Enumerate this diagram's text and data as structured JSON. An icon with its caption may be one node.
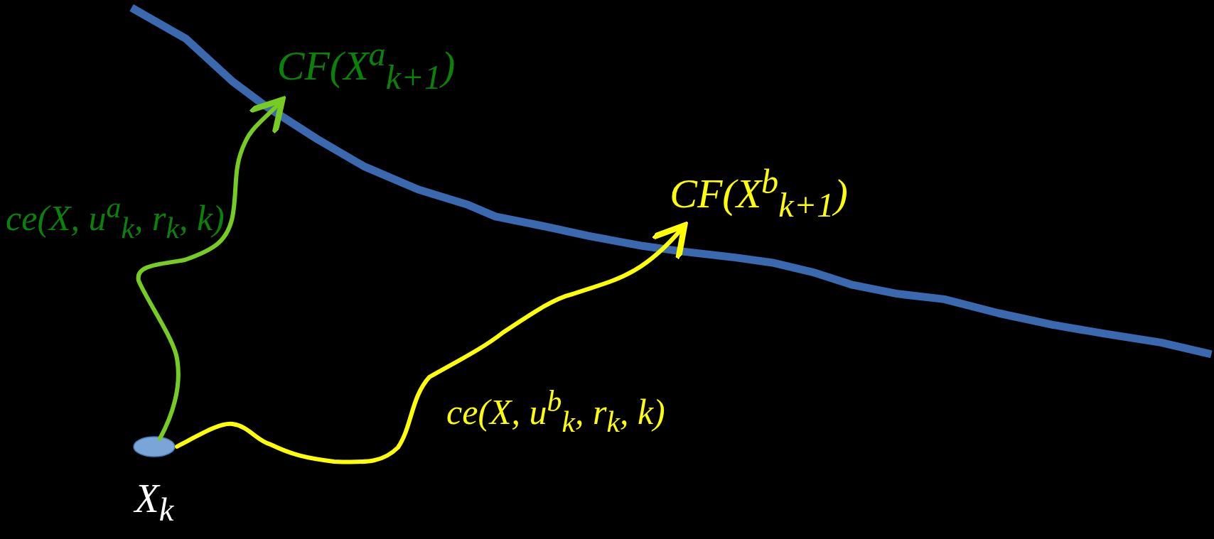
{
  "diagram": {
    "nodes": [
      {
        "text": [
          "*X*$_{k}$"
        ]
      },
      {
        "text": [
          "CF(X$^{a}$$_{k+1}$)"
        ]
      },
      {
        "text": [
          "CF(X$^{b}$$_{k+1}$)"
        ]
      }
    ],
    "edges": [
      {
        "from": 0,
        "to": 1,
        "arrow": "to",
        "label": "ce(X, u$^{a}$$_{k}$, r$_{k}$, k)",
        "color": "#77cc22"
      },
      {
        "from": 0,
        "to": 2,
        "arrow": "to",
        "label": "ce(X, u$^{b}$$_{k}$, r$_{k}$, k)",
        "color": "#ffff00"
      }
    ]
  }
}
